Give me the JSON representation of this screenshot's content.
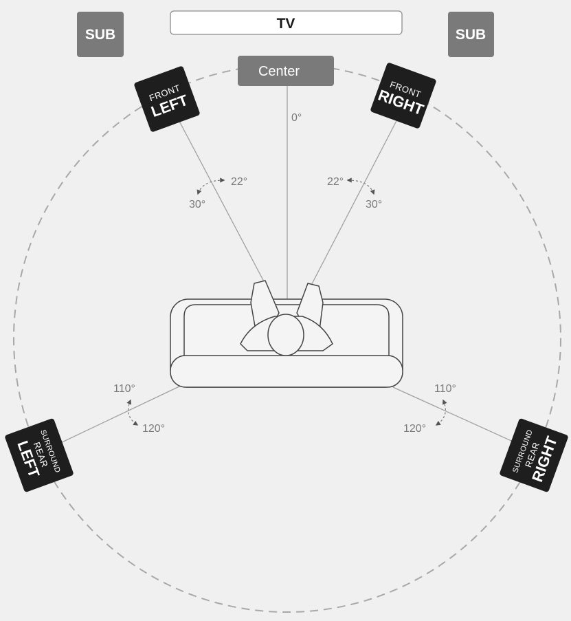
{
  "tv": {
    "label": "TV"
  },
  "subs": [
    {
      "label": "SUB"
    },
    {
      "label": "SUB"
    }
  ],
  "center": {
    "label": "Center",
    "angle": "0°"
  },
  "front_left": {
    "line1": "FRONT",
    "line2": "LEFT",
    "angle_inner": "22°",
    "angle_outer": "30°"
  },
  "front_right": {
    "line1": "FRONT",
    "line2": "RIGHT",
    "angle_inner": "22°",
    "angle_outer": "30°"
  },
  "surround_left": {
    "line1": "SURROUND",
    "line2": "REAR",
    "line3": "LEFT",
    "angle_inner": "110°",
    "angle_outer": "120°"
  },
  "surround_right": {
    "line1": "SURROUND",
    "line2": "REAR",
    "line3": "RIGHT",
    "angle_inner": "110°",
    "angle_outer": "120°"
  },
  "colors": {
    "background": "#f0f0f0",
    "speaker_dark": "#1e1e1e",
    "box_gray": "#7a7a7a",
    "line_gray": "#9a9a9a",
    "text_gray": "#7a7a7a"
  }
}
